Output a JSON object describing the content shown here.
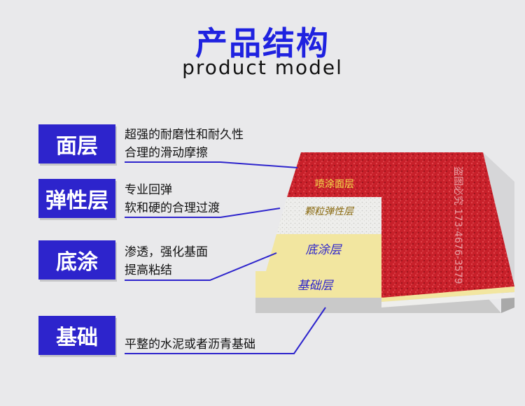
{
  "header": {
    "title": "产品结构",
    "subtitle": "product model"
  },
  "layers": [
    {
      "name": "面层",
      "lines": [
        "超强的耐磨性和耐久性",
        "合理的滑动摩擦"
      ]
    },
    {
      "name": "弹性层",
      "lines": [
        "专业回弹",
        "软和硬的合理过渡"
      ]
    },
    {
      "name": "底涂",
      "lines": [
        "渗透，强化基面",
        "提高粘结"
      ]
    },
    {
      "name": "基础",
      "lines": [
        "平整的水泥或者沥青基础"
      ]
    }
  ],
  "diagram": {
    "top_label": "喷涂面层",
    "elastic_label": "颗粒弹性层",
    "primer_label": "底涂层",
    "base_label": "基础层",
    "watermark": "盗图必究 173-4676-3579"
  },
  "colors": {
    "accent": "#2d24cc",
    "title": "#1f22e0",
    "red_layer": "#c8202a",
    "elastic_layer": "#eeeeec",
    "primer_layer": "#f2e6a0",
    "base_layer": "#c9c9c9"
  }
}
